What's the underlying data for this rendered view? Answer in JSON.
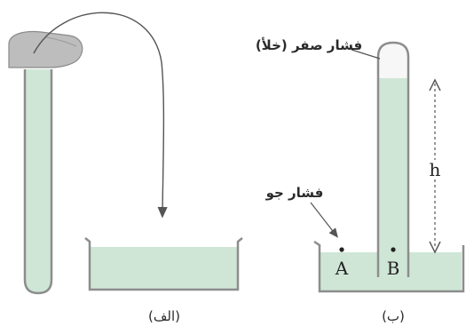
{
  "colors": {
    "liquid": "#cfe6d6",
    "glass": "#8d8d8d",
    "outline": "#555555",
    "finger": "#bdbdbd",
    "vacuum": "#f4f4f4"
  },
  "panel_a": {
    "caption": "(الف)"
  },
  "panel_b": {
    "caption": "(ب)",
    "vacuum_label": "فشار صفر (خلأ)",
    "atm_label": "فشار جو",
    "height_label": "h",
    "point_a": "A",
    "point_b": "B"
  }
}
